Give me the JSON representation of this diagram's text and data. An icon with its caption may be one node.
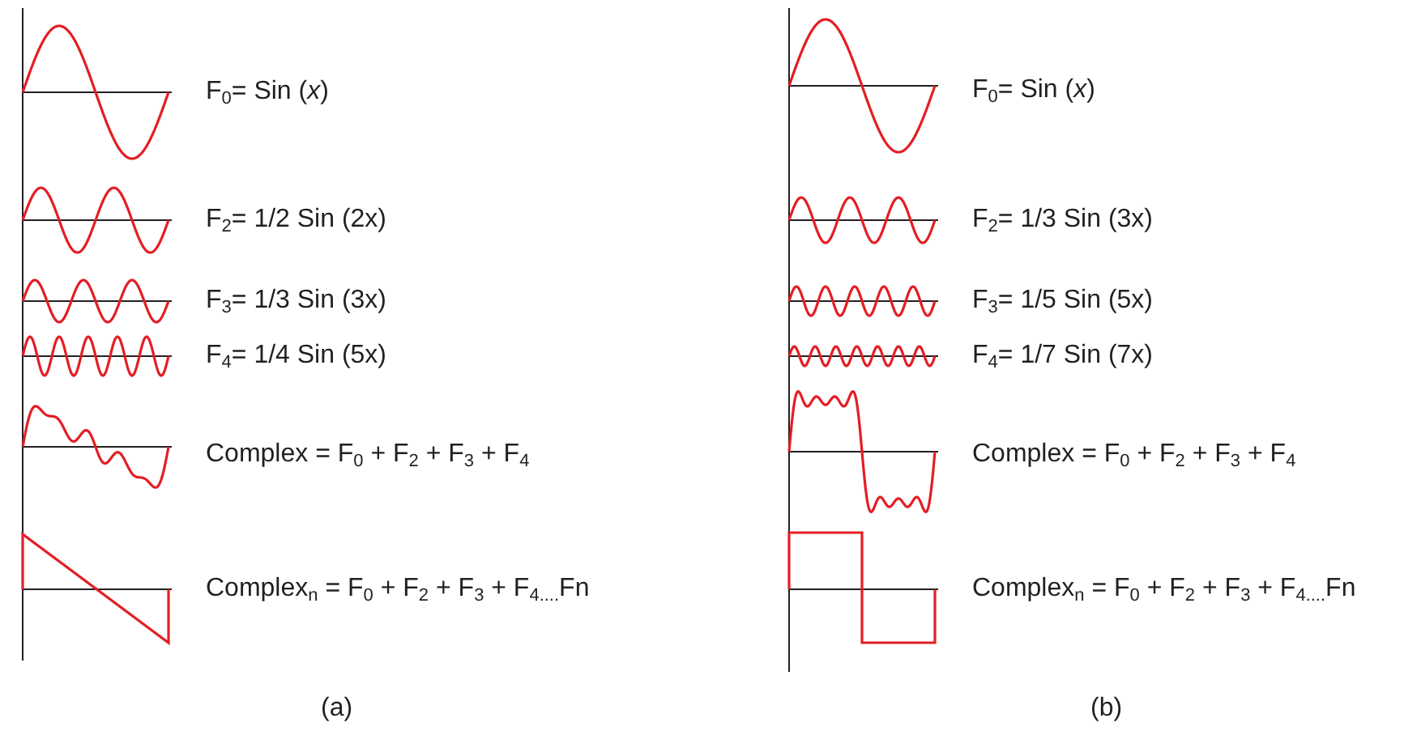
{
  "diagram": {
    "labels": [
      "F$_{0}$= Sin (*x*)",
      "F$_{2}$= 1/2 Sin (2x)",
      "F$_{3}$= 1/3 Sin (3x)",
      "F$_{4}$= 1/4 Sin (5x)",
      "Complex = F$_{0}$ + F$_{2}$ + F$_{3}$ + F$_{4}$",
      "Complex$_{n}$ = F$_{0}$ + F$_{2}$ + F$_{3}$ + F$_{4....}$Fn",
      "F$_{0}$= Sin (*x*)",
      "F$_{2}$= 1/3 Sin (3x)",
      "F$_{3}$= 1/5 Sin (5x)",
      "F$_{4}$= 1/7 Sin (7x)",
      "Complex = F$_{0}$ + F$_{2}$ + F$_{3}$ + F$_{4}$",
      "Complex$_{n}$ = F$_{0}$ + F$_{2}$ + F$_{3}$ + F$_{4....}$Fn",
      "(a)",
      "(b)"
    ]
  }
}
